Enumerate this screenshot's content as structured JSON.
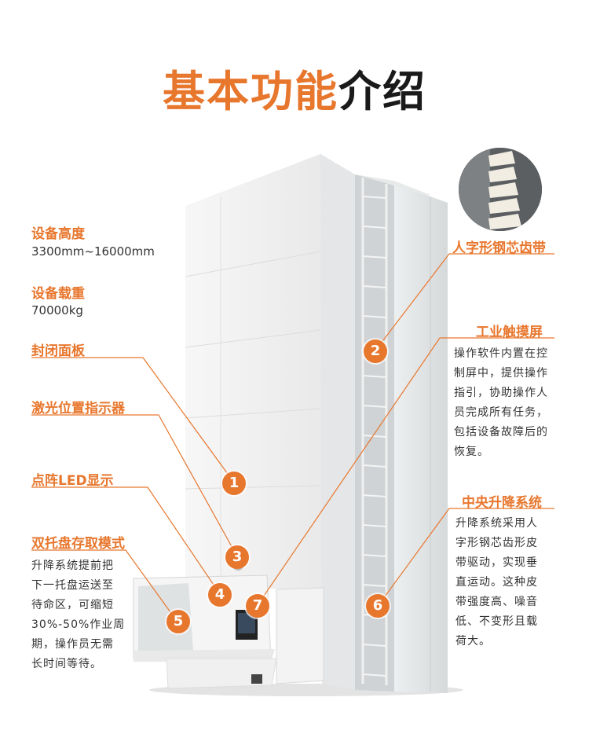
{
  "title": {
    "part1": "基本功能",
    "part2": "介绍"
  },
  "colors": {
    "accent": "#e8772e",
    "dark": "#1a1a1a",
    "text": "#333333"
  },
  "specs": [
    {
      "label": "设备高度",
      "value": "3300mm~16000mm"
    },
    {
      "label": "设备载重",
      "value": "70000kg"
    }
  ],
  "left_features": [
    {
      "label": "封闭面板",
      "number": "1"
    },
    {
      "label": "激光位置指示器",
      "number": "3"
    },
    {
      "label": "点阵LED显示",
      "number": "4"
    },
    {
      "label": "双托盘存取模式",
      "number": "5",
      "desc": [
        "升降系统提前把",
        "下一托盘运送至",
        "待命区，可缩短",
        "30%-50%作业周",
        "期，操作员无需",
        "长时间等待。"
      ]
    }
  ],
  "right_features": [
    {
      "label": "人字形钢芯齿带",
      "number": "2"
    },
    {
      "label": "工业触摸屏",
      "number": "7",
      "desc": [
        "操作软件内置在控",
        "制屏中，提供操作",
        "指引，协助操作人",
        "员完成所有任务，",
        "包括设备故障后的",
        "恢复。"
      ]
    },
    {
      "label": "中央升降系统",
      "number": "6",
      "desc": [
        "升降系统采用人",
        "字形钢芯齿形皮",
        "带驱动，实现垂",
        "直运动。这种皮",
        "带强度高、噪音",
        "低、不变形且载",
        "荷大。"
      ]
    }
  ]
}
